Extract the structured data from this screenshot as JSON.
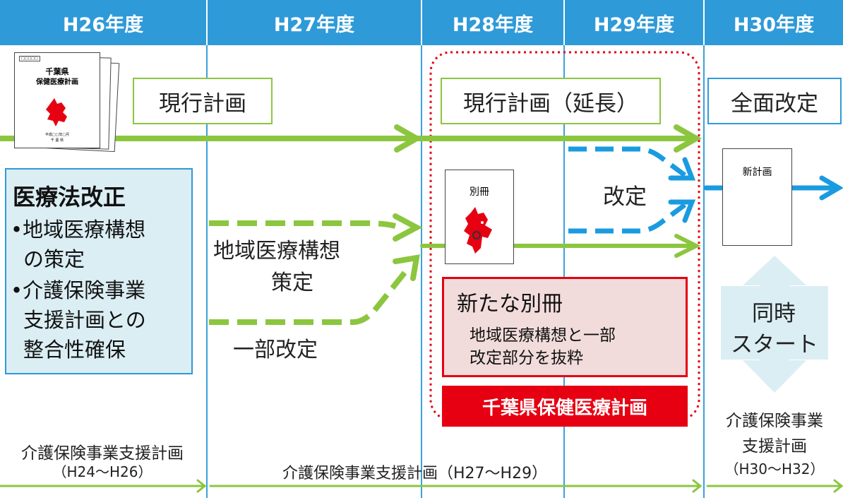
{
  "headers": [
    "H26年度",
    "H27年度",
    "H28年度",
    "H29年度",
    "H30年度"
  ],
  "cover": {
    "tag": "□□□□□",
    "title_line1": "千葉県",
    "title_line2": "保健医療計画",
    "footer_line1": "平成□□年□月",
    "footer_line2": "千 葉 県"
  },
  "current_plan": "現行計画",
  "current_plan_extended": "現行計画（延長）",
  "full_revision": "全面改定",
  "reform": {
    "title": "医療法改正",
    "items": [
      "地域医療構想の策定",
      "介護保険事業支援計画との整合性確保"
    ],
    "item1_line1": "地域医療構想",
    "item1_line2": "の策定",
    "item2_line1": "介護保険事業",
    "item2_line2": "支援計画との",
    "item2_line3": "整合性確保"
  },
  "vision_formulation_line1": "地域医療構想",
  "vision_formulation_line2": "策定",
  "partial_revision": "一部改定",
  "appendix_label": "別冊",
  "revision_label": "改定",
  "new_plan_label": "新計画",
  "new_appendix": {
    "title": "新たな別冊",
    "line1": "地域医療構想と一部",
    "line2": "改定部分を抜粋"
  },
  "chiba_plan_label": "千葉県保健医療計画",
  "simultaneous_start_line1": "同時",
  "simultaneous_start_line2": "スタート",
  "care_plan_1_line1": "介護保険事業支援計画",
  "care_plan_1_line2": "（H24〜H26）",
  "care_plan_2": "介護保険事業支援計画（H27〜H29）",
  "care_plan_3_line1": "介護保険事業",
  "care_plan_3_line2": "支援計画",
  "care_plan_3_line3": "（H30〜H32）",
  "colors": {
    "header_blue": "#2f9ad8",
    "green": "#8cc63f",
    "arrow_blue": "#1a9be0",
    "red": "#e60012",
    "light_blue_box": "#dbeef4",
    "pink_box": "#f2dcdb"
  }
}
